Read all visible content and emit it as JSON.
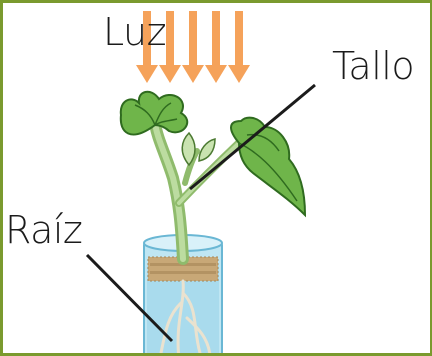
{
  "labels": {
    "light": "Luz",
    "stem": "Tallo",
    "root": "Raíz"
  },
  "colors": {
    "border": "#7a9a2e",
    "arrow": "#f5a25a",
    "leaf": "#6fb54a",
    "leaf_dark": "#2f6b1f",
    "stem": "#a9c98a",
    "tube_water": "#9fd6ea",
    "cork": "#c8a877"
  },
  "icons": [
    "light-arrow-icon",
    "plant-illustration",
    "test-tube-icon"
  ]
}
